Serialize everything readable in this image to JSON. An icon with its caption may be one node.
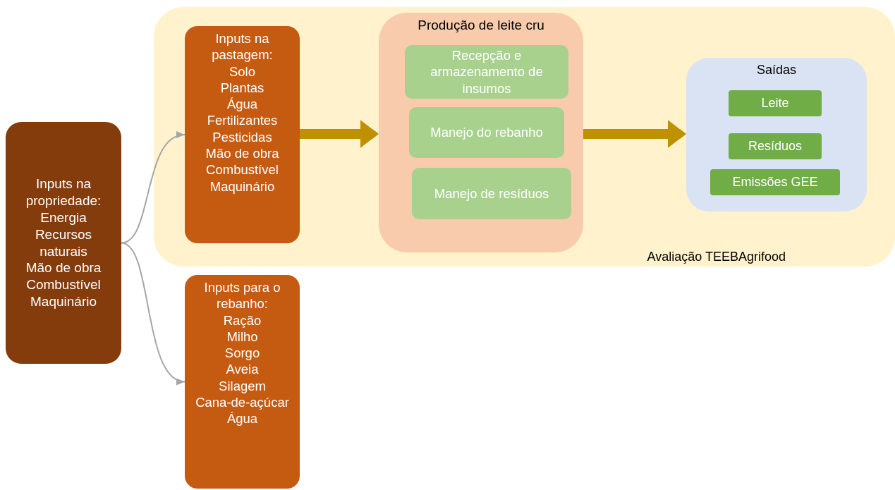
{
  "diagram": {
    "nodes": [
      {
        "text": [
          "Inputs na propriedade:",
          "Energia",
          "Recursos naturais",
          "Mão de obra",
          "Combustível",
          "Maquinário"
        ]
      },
      {
        "text": [
          "Avaliação TEEBAgrifood"
        ]
      },
      {
        "text": [
          "Inputs na pastagem:",
          "Solo",
          "Plantas",
          "Água",
          "Fertilizantes",
          "Pesticidas",
          "Mão de obra",
          "Combustível",
          "Maquinário"
        ],
        "in": 1
      },
      {
        "text": [
          "Produção de leite cru"
        ],
        "in": 1
      },
      {
        "text": [
          "Recepção e armazenamento de insumos"
        ],
        "in": 3
      },
      {
        "text": [
          "Manejo do rebanho"
        ],
        "in": 3
      },
      {
        "text": [
          "Manejo de resíduos"
        ],
        "in": 3
      },
      {
        "text": [
          "Saídas"
        ],
        "in": 1
      },
      {
        "text": [
          "Leite"
        ],
        "in": 7
      },
      {
        "text": [
          "Resíduos"
        ],
        "in": 7
      },
      {
        "text": [
          "Emissões GEE"
        ],
        "in": 7
      },
      {
        "text": [
          "Inputs para o rebanho:",
          "Ração",
          "Milho",
          "Sorgo",
          "Aveia",
          "Silagem",
          "Cana-de-açúcar",
          "Água"
        ]
      }
    ],
    "edges": [
      {
        "from": 0,
        "to": 2,
        "arrow": "to"
      },
      {
        "from": 0,
        "to": 11,
        "arrow": "to"
      },
      {
        "from": 2,
        "to": 3,
        "arrow": "to",
        "style": "thick",
        "color": "#bf9000"
      },
      {
        "from": 3,
        "to": 7,
        "arrow": "to",
        "style": "thick",
        "color": "#bf9000"
      }
    ]
  }
}
